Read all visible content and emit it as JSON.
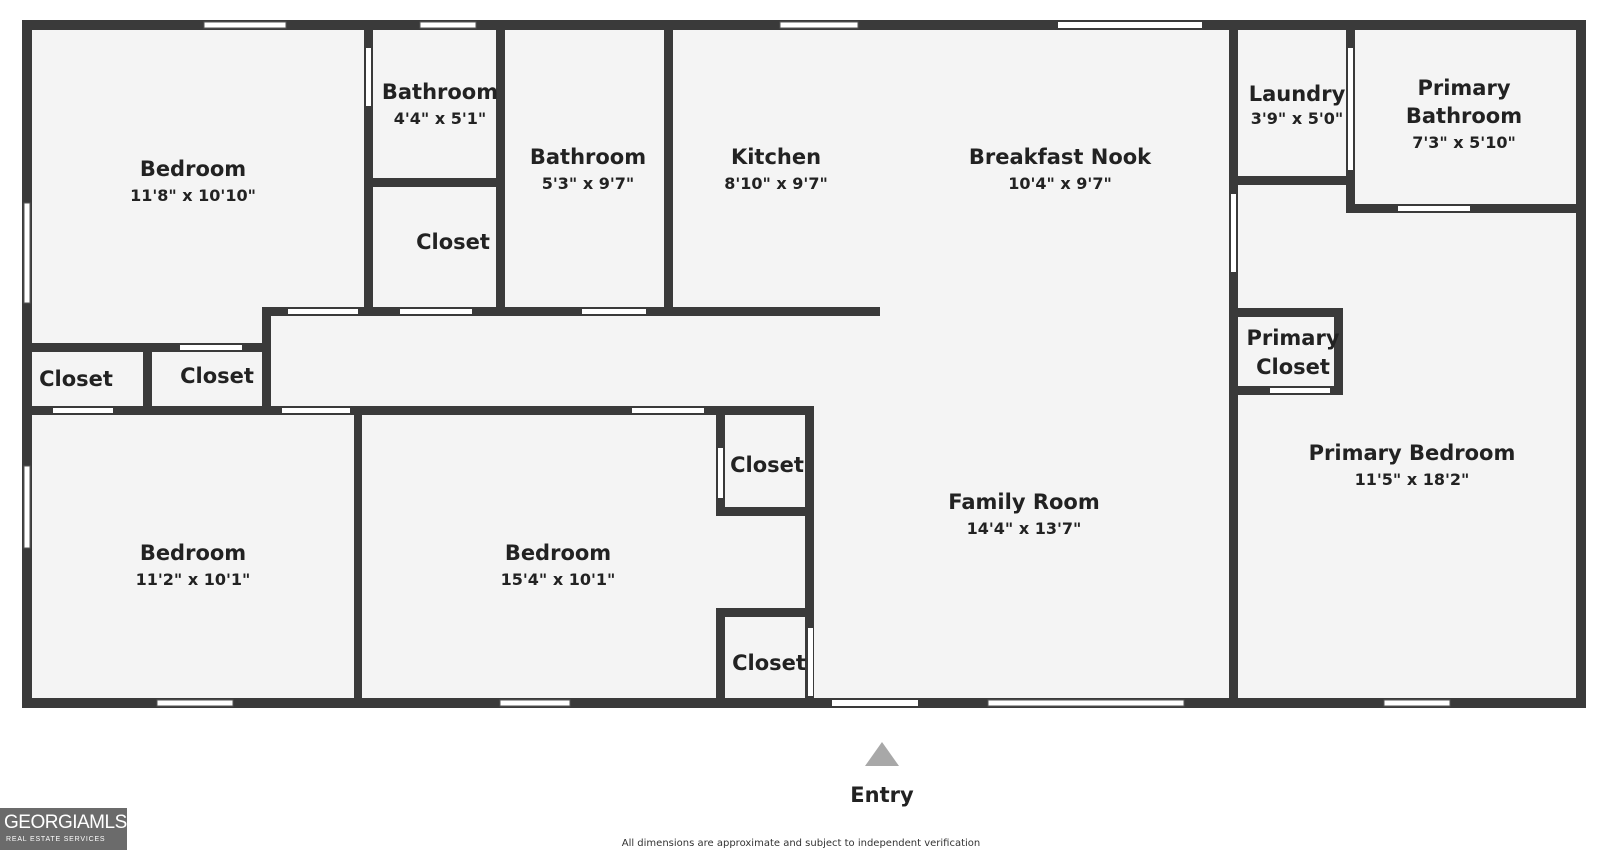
{
  "rooms": {
    "bedroom_nw": {
      "name": "Bedroom",
      "dim": "11'8\" x 10'10\""
    },
    "bathroom_small": {
      "name": "Bathroom",
      "dim": "4'4\" x 5'1\""
    },
    "closet_mid": {
      "name": "Closet"
    },
    "bathroom_2": {
      "name": "Bathroom",
      "dim": "5'3\" x 9'7\""
    },
    "kitchen": {
      "name": "Kitchen",
      "dim": "8'10\" x 9'7\""
    },
    "breakfast_nook": {
      "name": "Breakfast Nook",
      "dim": "10'4\" x 9'7\""
    },
    "laundry": {
      "name": "Laundry",
      "dim": "3'9\" x 5'0\""
    },
    "primary_bathroom": {
      "name_line1": "Primary",
      "name_line2": "Bathroom",
      "dim": "7'3\" x 5'10\""
    },
    "closet_left1": {
      "name": "Closet"
    },
    "closet_left2": {
      "name": "Closet"
    },
    "primary_closet": {
      "name_line1": "Primary",
      "name_line2": "Closet"
    },
    "primary_bedroom": {
      "name": "Primary Bedroom",
      "dim": "11'5\" x 18'2\""
    },
    "bedroom_sw": {
      "name": "Bedroom",
      "dim": "11'2\" x 10'1\""
    },
    "bedroom_s": {
      "name": "Bedroom",
      "dim": "15'4\" x 10'1\""
    },
    "closet_upper": {
      "name": "Closet"
    },
    "closet_lower": {
      "name": "Closet"
    },
    "family_room": {
      "name": "Family Room",
      "dim": "14'4\" x 13'7\""
    }
  },
  "entry": {
    "label": "Entry"
  },
  "disclaimer": "All dimensions are approximate and subject to independent verification",
  "logo": {
    "main": "GEORGIAMLS",
    "sub": "REAL ESTATE SERVICES"
  },
  "colors": {
    "wall": "#3a3a3a",
    "floor": "#f4f4f4",
    "opening": "#ffffff",
    "entry_arrow": "#a8a8a8",
    "logo_bg": "#6b6b6b"
  }
}
